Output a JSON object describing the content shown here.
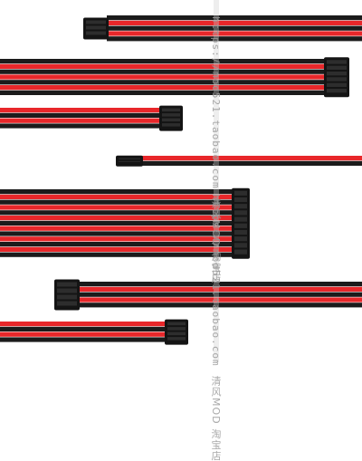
{
  "watermark": {
    "url": "https://mod521.taobao.com",
    "shop": "清风MOD 淘宝店"
  },
  "colors": {
    "background": "#ffffff",
    "red_wire": "#e8272a",
    "black_wire": "#1b1b1b",
    "connector": "#141414",
    "watermark_bar": "#cfcfcf"
  },
  "cables": [
    {
      "name": "cable-1",
      "pattern": [
        "black",
        "red",
        "black",
        "red",
        "black"
      ],
      "connector": "small-4pin"
    },
    {
      "name": "cable-2",
      "pattern": [
        "black",
        "red",
        "black",
        "red",
        "black",
        "red",
        "black"
      ],
      "connector": "sata-right"
    },
    {
      "name": "cable-3",
      "pattern": [
        "red",
        "black",
        "red",
        "black"
      ],
      "connector": "pcie-6pin"
    },
    {
      "name": "cable-4",
      "pattern": [
        "red",
        "black"
      ],
      "connector": "small-2pin"
    },
    {
      "name": "cable-5",
      "pattern": [
        "black",
        "red",
        "black",
        "red",
        "black",
        "red",
        "black",
        "red",
        "black",
        "red",
        "black",
        "red",
        "black"
      ],
      "connector": "atx-24pin"
    },
    {
      "name": "cable-6",
      "pattern": [
        "black",
        "red",
        "black",
        "red",
        "black"
      ],
      "connector": "sata-left"
    },
    {
      "name": "cable-7",
      "pattern": [
        "red",
        "black",
        "red",
        "black"
      ],
      "connector": "eps-8pin"
    }
  ]
}
